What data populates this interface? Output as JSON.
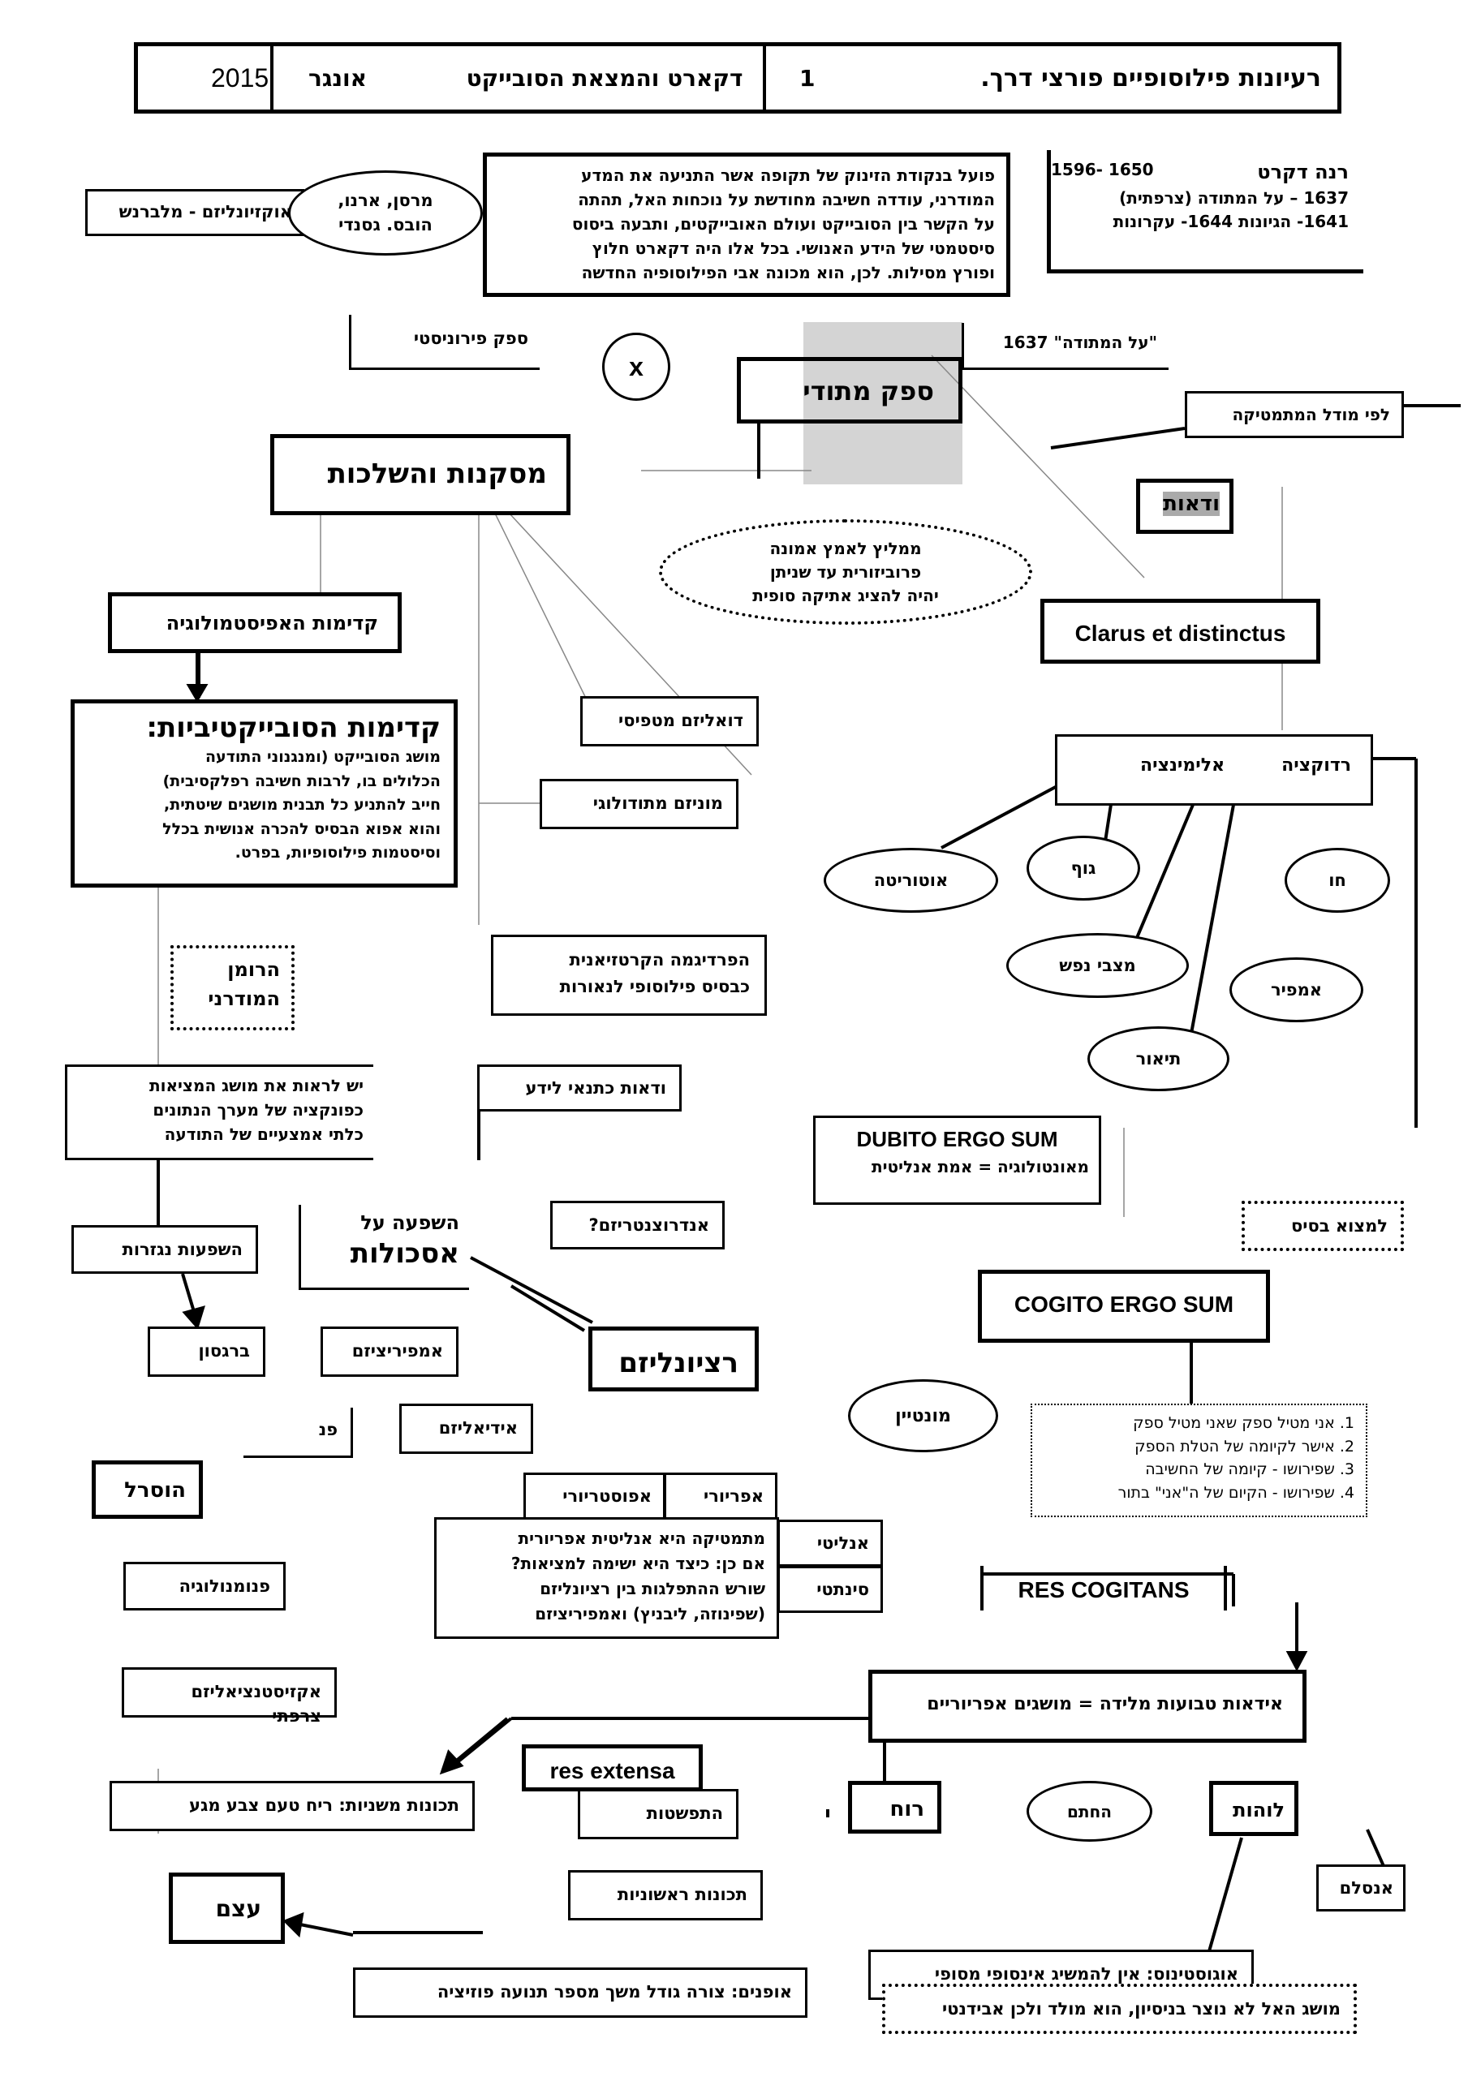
{
  "header": {
    "title": "רעיונות פילוסופיים פורצי דרך.",
    "number": "1",
    "subject": "דקארט והמצאת הסובייקט",
    "author": "אונגר",
    "year": "2015"
  },
  "bio": {
    "name": "רנה דקרט",
    "years": "1596- 1650",
    "lines": [
      "1637 – על המתודה (צרפתית)",
      "1641- הגיונות 1644- עקרונות"
    ]
  },
  "intro_lines": [
    "פועל בנקודת הזינוק של תקופה אשר התניעה את המדע",
    "המודרני, עודדה חשיבה מחודשת על נוכחות האל, תהתה",
    "על הקשר בין הסובייקט ועולם האובייקטים, ותבעה ביסוס",
    "סיסטמטי של הידע האנושי. בכל אלו היה דקארט חלוץ",
    "ופורץ מסילות. לכן, הוא מכונה אבי הפילוסופיה החדשה"
  ],
  "mersenne_lines": [
    "מרסן, ארנו,",
    "הובס. גסנדי"
  ],
  "occasionalism": "אוקזיונליזם - מלברנש",
  "pyrrhonian_doubt": "ספק פירוניסטי",
  "x_mark": "x",
  "on_method": "\"על המתודה\" 1637",
  "methodical_doubt": "ספק מתודי",
  "math_model": "לפי מודל המתמטיקה",
  "certainty": "ודאות",
  "conclusions": "מסקנות והשלכות",
  "provisional_lines": [
    "ממליץ לאמץ אמונה",
    "פרוביזורית עד שניתן",
    "יהיה להציג אתיקה סופית"
  ],
  "clarus": "Clarus et distinctus",
  "epistemology_primacy": "קדימות האפיסטמולוגיה",
  "subjectivity": {
    "title": "קדימות הסובייקטיביות:",
    "lines": [
      "מושג הסובייקט (ומנגנוני התודעה",
      "הכלולים בו, לרבות חשיבה רפלקסיבית)",
      "חייב להתניע כל תבנית מושגים שיטתית,",
      "והוא אפוא הבסיס להכרה אנושית בכלל",
      "וסיסטמות פילוסופיות, בפרט."
    ]
  },
  "metaphysical_dualism": "דואליזם מטפיסי",
  "methodological_monism": "מוניזם מתודולוגי",
  "reduction": "רדוקציה",
  "elimination": "אלימינציה",
  "eliminated": [
    "אוטוריטה",
    "גוף",
    "מצבי נפש",
    "תיאור",
    "אמפיר",
    "חו"
  ],
  "modern_novel_lines": [
    "הרומן",
    "המודרני"
  ],
  "cartesian_paradigm_lines": [
    "הפרדיגמה הקרטזיאנית",
    "כבסיס פילוסופי לנאורות"
  ],
  "certainty_condition": "ודאות כתנאי לידע",
  "reality_lines": [
    "יש לראות את מושג המציאות",
    "כפונקציה של מערך הנתונים",
    "כלתי אמצעיים של התודעה"
  ],
  "dubito": {
    "title": "DUBITO ERGO SUM",
    "line": "מאונטולוגיה = אמת אנליטית"
  },
  "find_basis": "למצוא בסיס",
  "derived_influences": "השפעות נגזרות",
  "schools_influence": [
    "השפעה על",
    "אסכולות"
  ],
  "androcentrism": "אנדרוצנטריזם?",
  "bergson": "ברגסון",
  "empiricism": "אמפיריציזם",
  "rationalism": "רציונליזם",
  "cogito": "COGITO ERGO SUM",
  "montaigne": "מונטיין",
  "cogito_steps": [
    "1. אני מטיל ספק שאני מטיל ספק",
    "2. אישר לקיומה של הטלת הספק",
    "3. שפירושו - קיומה של החשיבה",
    "4. שפירושו - הקיום של ה\"אני\" בתור"
  ],
  "pan": "פנ",
  "idealism": "אידיאליזם",
  "husserl": "הוסרל",
  "a_posteriori": "אפוסטריורי",
  "a_priori": "אפריורי",
  "analytic": "אנליטי",
  "synthetic": "סינתטי",
  "math_lines": [
    "מתמטיקה היא אנליטית אפריורית",
    "אם כן: כיצד היא ישימה למציאות?",
    "שורש ההתפלגות בין רציונליזם",
    "(שפינוזה, ליבניץ) ואמפיריציזם"
  ],
  "phenomenology": "פנומנולוגיה",
  "res_cogitans": "RES COGITANS",
  "french_existentialism": "אקזיסטנציאליזם צרפתי",
  "innate_ideas": "אידאות טבועות מלידה = מושגים אפריוריים",
  "res_extensa": "res extensa",
  "secondary_qualities": "תכונות משניות: ריח טעם צבע מגע",
  "extension": "התפשטות",
  "spirit": "רוח",
  "seal": "החתם",
  "divinity": "לוהות",
  "anselm": "אנסלם",
  "primary_qualities": "תכונות ראשוניות",
  "substance": "עצם",
  "augustine": "אוגוסטינוס: אין להמשיג אינסופי מסופי",
  "modes": "אופנים: צורה גודל משך מספר תנועה פוזיציה",
  "god_concept": "מושג האל לא נוצר בניסיון, הוא מולד ולכן אבידנטי",
  "colors": {
    "shade": "#d4d4d4",
    "line": "#000000",
    "gray_line": "#888888"
  }
}
